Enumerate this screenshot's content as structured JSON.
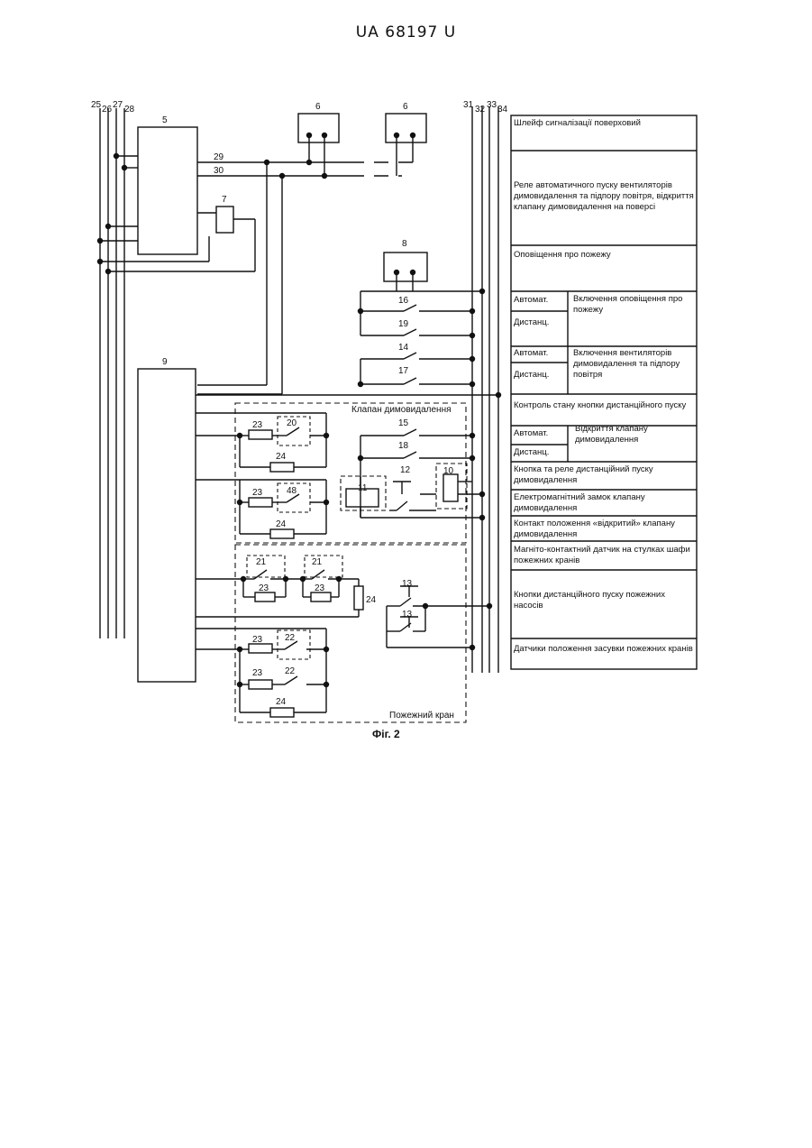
{
  "header": {
    "code": "UA   68197   U"
  },
  "figure": {
    "caption": "Фіг. 2"
  },
  "labels": {
    "bus_25": "25",
    "bus_26": "26",
    "bus_27": "27",
    "bus_28": "28",
    "bus_29": "29",
    "bus_30": "30",
    "bus_31": "31",
    "bus_32": "32",
    "bus_33": "33",
    "bus_34": "34",
    "block_5": "5",
    "block_6a": "6",
    "block_6b": "6",
    "block_7": "7",
    "block_8": "8",
    "block_9": "9",
    "sw_16": "16",
    "sw_19": "19",
    "sw_14": "14",
    "sw_17": "17",
    "sw_15": "15",
    "sw_18": "18",
    "block_11": "11",
    "btn_12": "12",
    "relay_10": "10",
    "r23_a": "23",
    "sw_20": "20",
    "r24_a": "24",
    "r23_b": "23",
    "sw_48": "48",
    "r24_b": "24",
    "sw21_a": "21",
    "r23_c": "23",
    "sw21_b": "21",
    "r23_d": "23",
    "r24_c": "24",
    "btn13_a": "13",
    "btn13_b": "13",
    "r23_e": "23",
    "sw22_a": "22",
    "r23_f": "23",
    "sw22_b": "22",
    "r24_d": "24"
  },
  "groups": {
    "valve": "Клапан димовидалення",
    "hydrant": "Пожежний кран"
  },
  "table": {
    "row1": "Шлейф сигналізації поверховий",
    "row2": "Реле автоматичного пуску вентиляторів димовидалення та підпору повітря, відкриття клапану димовидалення на поверсі",
    "row3": "Оповіщення про пожежу",
    "auto1": "Автомат.",
    "dist1": "Дистанц.",
    "row4": "Включення оповіщення про пожежу",
    "auto2": "Автомат.",
    "dist2": "Дистанц.",
    "row5": "Включення вентиляторів димовидалення та підпору повітря",
    "row6": "Контроль стану кнопки дистанційного пуску",
    "auto3": "Автомат.",
    "dist3": "Дистанц.",
    "row7": "Відкриття клапану димовидалення",
    "row8": "Кнопка та реле дистанційний пуску димовидалення",
    "row9": "Електромагнітний замок клапану димовидалення",
    "row10": "Контакт положення «відкритий» клапану димовидалення",
    "row11": "Магніто-контактний датчик на стулках шафи пожежних кранів",
    "row12": "Кнопки дистанційного пуску пожежних насосів",
    "row13": "Датчики положення засувки пожежних кранів"
  }
}
